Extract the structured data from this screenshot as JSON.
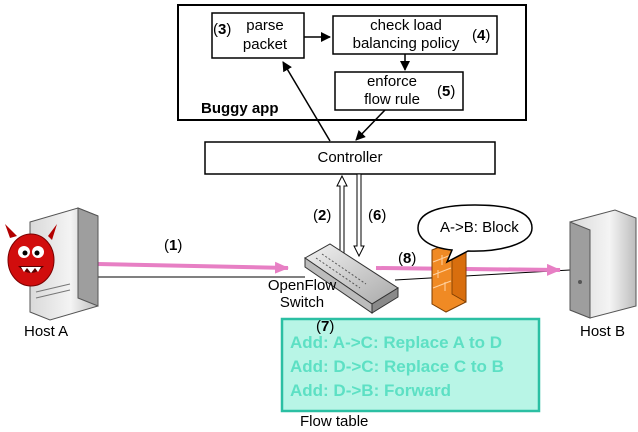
{
  "app": {
    "title": "Buggy app",
    "step3": {
      "num": "3",
      "line1": "parse",
      "line2": "packet"
    },
    "step4": {
      "num": "4",
      "line1": "check load",
      "line2": "balancing policy"
    },
    "step5": {
      "num": "5",
      "line1": "enforce",
      "line2": "flow rule"
    }
  },
  "controller": {
    "label": "Controller"
  },
  "steps": {
    "s1": "1",
    "s2": "2",
    "s6": "6",
    "s7": "7",
    "s8": "8"
  },
  "switch": {
    "line1": "OpenFlow",
    "line2": "Switch"
  },
  "host_a": {
    "label": "Host A"
  },
  "host_b": {
    "label": "Host B"
  },
  "firewall": {
    "bubble": "A->B: Block"
  },
  "flow_table": {
    "caption": "Flow table",
    "rules": [
      "Add: A->C: Replace A to D",
      "Add: D->C: Replace C to B",
      "Add: D->B: Forward"
    ]
  },
  "colors": {
    "pink_arrow": "#e77fc4",
    "flow_table_border": "#2bbfa3",
    "flow_table_fill": "#b8f5e6",
    "flow_table_text": "#5de0c4",
    "firewall": "#f08a24"
  },
  "icons": [
    "devil-icon",
    "server-icon",
    "switch-icon",
    "firewall-icon"
  ]
}
